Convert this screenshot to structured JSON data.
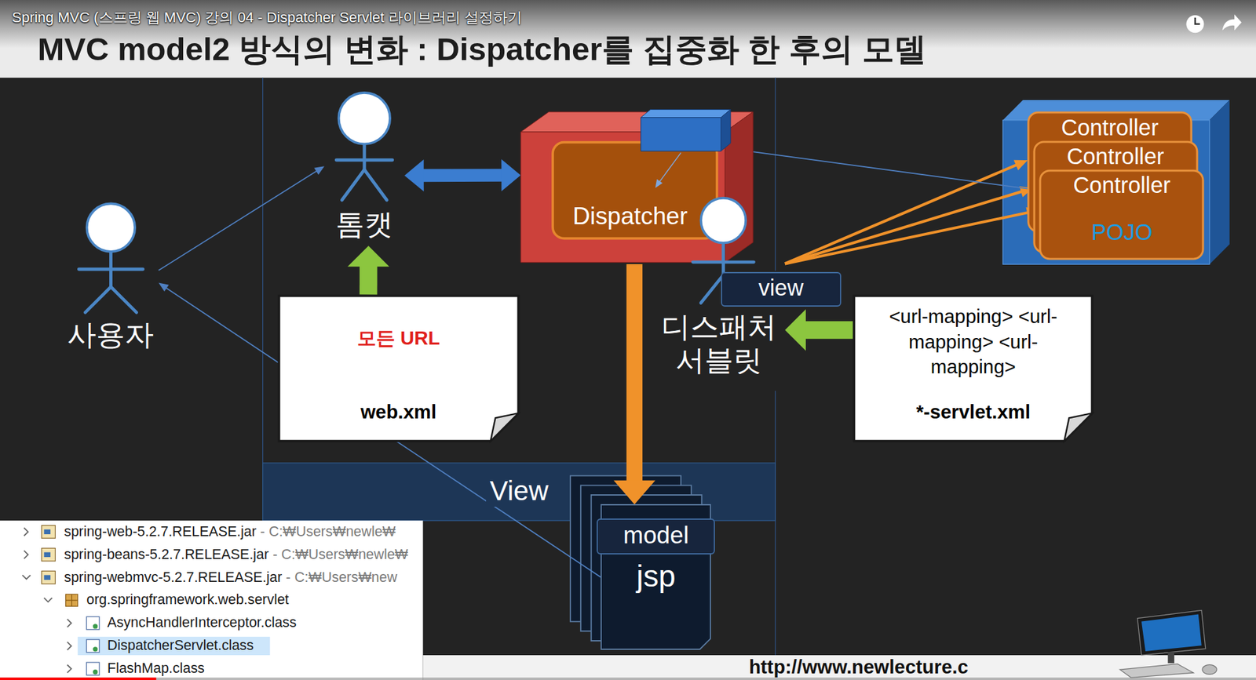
{
  "diagram": {
    "title": "MVC model2 방식의 변화 : Dispatcher를 집중화 한 후의 모델",
    "nodes": [
      {
        "text": [
          "사용자"
        ]
      },
      {
        "text": [
          "톰캣"
        ]
      },
      {
        "text": [
          "Dispatcher"
        ]
      },
      {
        "text": [
          "디스패처 서블릿"
        ]
      },
      {
        "text": [
          "view"
        ]
      },
      {
        "text": [
          "모든 URL",
          "web.xml"
        ]
      },
      {
        "text": [
          "<url-mapping> <url-mapping> <url-mapping>",
          "*-servlet.xml"
        ]
      },
      {
        "text": [
          "Controller"
        ]
      },
      {
        "text": [
          "Controller"
        ]
      },
      {
        "text": [
          "Controller",
          "POJO"
        ]
      },
      {
        "text": [
          "View"
        ]
      },
      {
        "text": [
          "jsp"
        ]
      },
      {
        "text": [
          "model"
        ],
        "in": 11
      }
    ],
    "edges": [
      {
        "from": 0,
        "to": 1,
        "arrow": "to"
      },
      {
        "from": 1,
        "to": 2,
        "arrow": "both"
      },
      {
        "from": 5,
        "to": 1,
        "arrow": "to"
      },
      {
        "from": 6,
        "to": 3,
        "arrow": "to"
      },
      {
        "from": 2,
        "to": 11,
        "arrow": "to"
      },
      {
        "from": 3,
        "to": 7,
        "arrow": "to"
      },
      {
        "from": 3,
        "to": 8,
        "arrow": "to"
      },
      {
        "from": 3,
        "to": 9,
        "arrow": "to"
      },
      {
        "from": 11,
        "to": 0,
        "arrow": "to"
      },
      {
        "from": 2,
        "to": 9,
        "arrow": "to"
      }
    ],
    "labels": [
      "Spring MVC (스프링 웹 MVC) 강의 04 - Dispatcher Servlet 라이브러리 설정하기",
      "spring-web-5.2.7.RELEASE.jar",
      "- C:₩Users₩newle₩",
      "spring-beans-5.2.7.RELEASE.jar",
      "- C:₩Users₩newle₩",
      "spring-webmvc-5.2.7.RELEASE.jar",
      "- C:₩Users₩new",
      "org.springframework.web.servlet",
      "AsyncHandlerInterceptor.class",
      "DispatcherServlet.class",
      "FlashMap.class",
      "http://www.newlecture.c"
    ]
  }
}
